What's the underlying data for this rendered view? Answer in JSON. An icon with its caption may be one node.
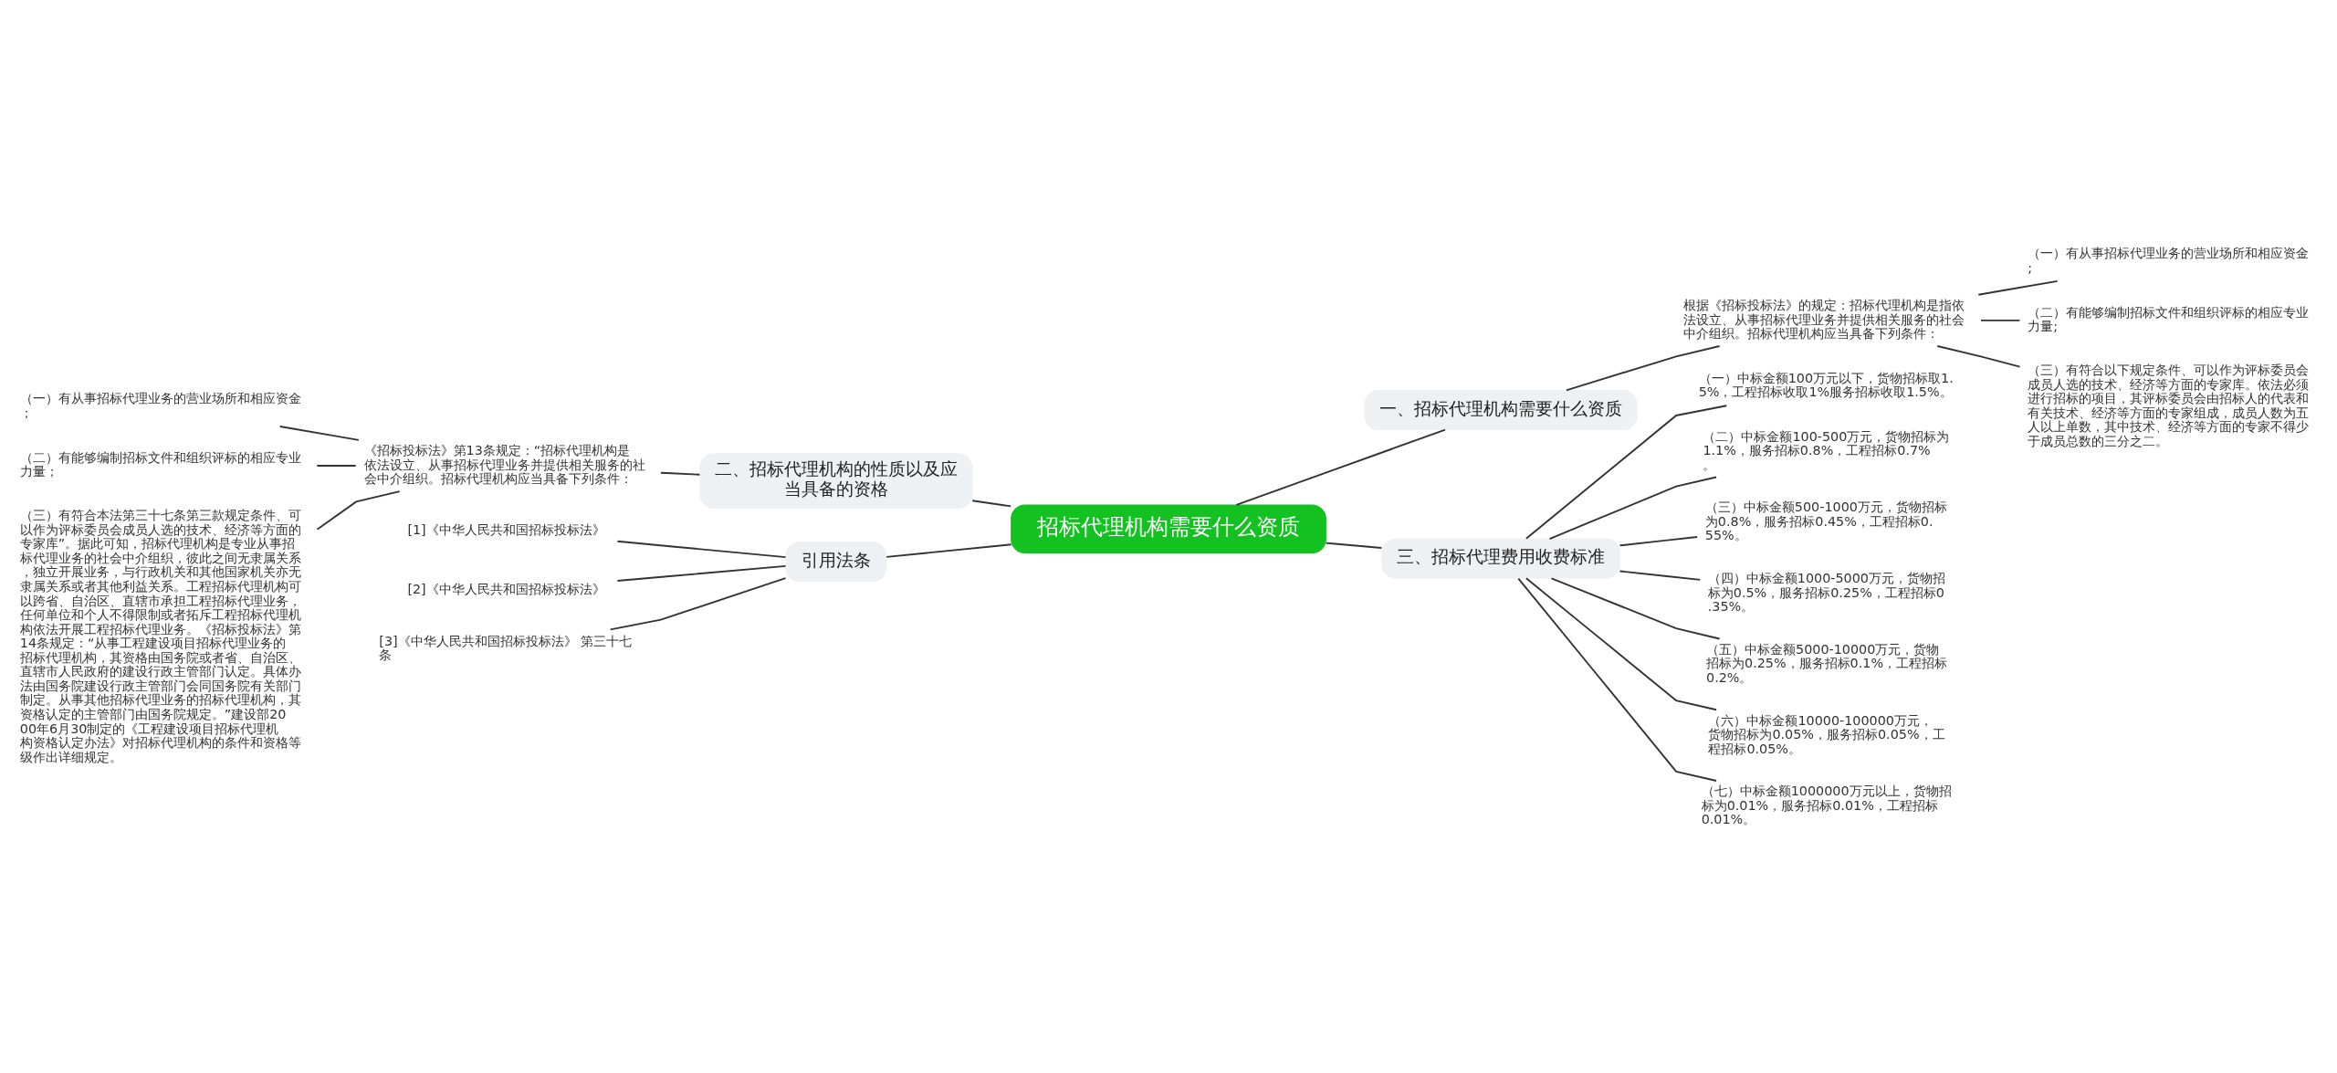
{
  "diagram": {
    "nodes": [
      {
        "text": [
          "招标代理机构需要什么资质"
        ]
      },
      {
        "text": [
          "一、招标代理机构需要什么资质"
        ]
      },
      {
        "text": [
          "根据《招标投标法》的规定：招标代理机构是指依法设立、从事招标代理业务并提供相关服务的社会中介组织。招标代理机构应当具备下列条件："
        ]
      },
      {
        "text": [
          "（一）有从事招标代理业务的营业场所和相应资金;"
        ]
      },
      {
        "text": [
          "（二）有能够编制招标文件和组织评标的相应专业力量;"
        ]
      },
      {
        "text": [
          "（三）有符合以下规定条件、可以作为评标委员会成员人选的技术、经济等方面的专家库。依法必须进行招标的项目，其评标委员会由招标人的代表和有关技术、经济等方面的专家组成，成员人数为五人以上单数，其中技术、经济等方面的专家不得少于成员总数的三分之二。"
        ]
      },
      {
        "text": [
          "三、招标代理费用收费标准"
        ]
      },
      {
        "text": [
          "（一）中标金额100万元以下，货物招标取1.5%，工程招标收取1%服务招标收取1.5%。"
        ]
      },
      {
        "text": [
          "（二）中标金额100-500万元，货物招标为1.1%，服务招标0.8%，工程招标0.7%。"
        ]
      },
      {
        "text": [
          "（三）中标金额500-1000万元，货物招标为0.8%，服务招标0.45%，工程招标0.55%。"
        ]
      },
      {
        "text": [
          "（四）中标金额1000-5000万元，货物招标为0.5%，服务招标0.25%，工程招标0.35%。"
        ]
      },
      {
        "text": [
          "（五）中标金额5000-10000万元，货物招标为0.25%，服务招标0.1%，工程招标0.2%。"
        ]
      },
      {
        "text": [
          "（六）中标金额10000-100000万元，货物招标为0.05%，服务招标0.05%，工程招标0.05%。"
        ]
      },
      {
        "text": [
          "（七）中标金额1000000万元以上，货物招标为0.01%，服务招标0.01%，工程招标0.01%。"
        ]
      },
      {
        "text": [
          "二、招标代理机构的性质以及应当具备的资格"
        ]
      },
      {
        "text": [
          "《招标投标法》第13条规定：“招标代理机构是依法设立、从事招标代理业务并提供相关服务的社会中介组织。招标代理机构应当具备下列条件："
        ]
      },
      {
        "text": [
          "（一）有从事招标代理业务的营业场所和相应资金；"
        ]
      },
      {
        "text": [
          "（二）有能够编制招标文件和组织评标的相应专业力量；"
        ]
      },
      {
        "text": [
          "（三）有符合本法第三十七条第三款规定条件、可以作为评标委员会成员人选的技术、经济等方面的专家库”。据此可知，招标代理机构是专业从事招标代理业务的社会中介组织，彼此之间无隶属关系，独立开展业务，与行政机关和其他国家机关亦无隶属关系或者其他利益关系。工程招标代理机构可以跨省、自治区、直辖市承担工程招标代理业务，任何单位和个人不得限制或者拓斥工程招标代理机构依法开展工程招标代理业务。《招标投标法》第14条规定：“从事工程建设项目招标代理业务的招标代理机构，其资格由国务院或者省、自治区、直辖市人民政府的建设行政主管部门认定。具体办法由国务院建设行政主管部门会同国务院有关部门制定。从事其他招标代理业务的招标代理机构，其资格认定的主管部门由国务院规定。”建设部2000年6月30制定的《工程建设项目招标代理机构资格认定办法》对招标代理机构的条件和资格等级作出详细规定。"
        ]
      },
      {
        "text": [
          "引用法条"
        ]
      },
      {
        "text": [
          "[1]《中华人民共和国招标投标法》"
        ]
      },
      {
        "text": [
          "[2]《中华人民共和国招标投标法》"
        ]
      },
      {
        "text": [
          "[3]《中华人民共和国招标投标法》 第三十七条"
        ]
      }
    ],
    "edges": [
      {
        "from": 0,
        "to": 1,
        "arrow": "none"
      },
      {
        "from": 1,
        "to": 2,
        "arrow": "none"
      },
      {
        "from": 2,
        "to": 3,
        "arrow": "none"
      },
      {
        "from": 2,
        "to": 4,
        "arrow": "none"
      },
      {
        "from": 2,
        "to": 5,
        "arrow": "none"
      },
      {
        "from": 0,
        "to": 6,
        "arrow": "none"
      },
      {
        "from": 6,
        "to": 7,
        "arrow": "none"
      },
      {
        "from": 6,
        "to": 8,
        "arrow": "none"
      },
      {
        "from": 6,
        "to": 9,
        "arrow": "none"
      },
      {
        "from": 6,
        "to": 10,
        "arrow": "none"
      },
      {
        "from": 6,
        "to": 11,
        "arrow": "none"
      },
      {
        "from": 6,
        "to": 12,
        "arrow": "none"
      },
      {
        "from": 6,
        "to": 13,
        "arrow": "none"
      },
      {
        "from": 0,
        "to": 14,
        "arrow": "none"
      },
      {
        "from": 14,
        "to": 15,
        "arrow": "none"
      },
      {
        "from": 15,
        "to": 16,
        "arrow": "none"
      },
      {
        "from": 15,
        "to": 17,
        "arrow": "none"
      },
      {
        "from": 15,
        "to": 18,
        "arrow": "none"
      },
      {
        "from": 0,
        "to": 19,
        "arrow": "none"
      },
      {
        "from": 19,
        "to": 20,
        "arrow": "none"
      },
      {
        "from": 19,
        "to": 21,
        "arrow": "none"
      },
      {
        "from": 19,
        "to": 22,
        "arrow": "none"
      }
    ]
  }
}
